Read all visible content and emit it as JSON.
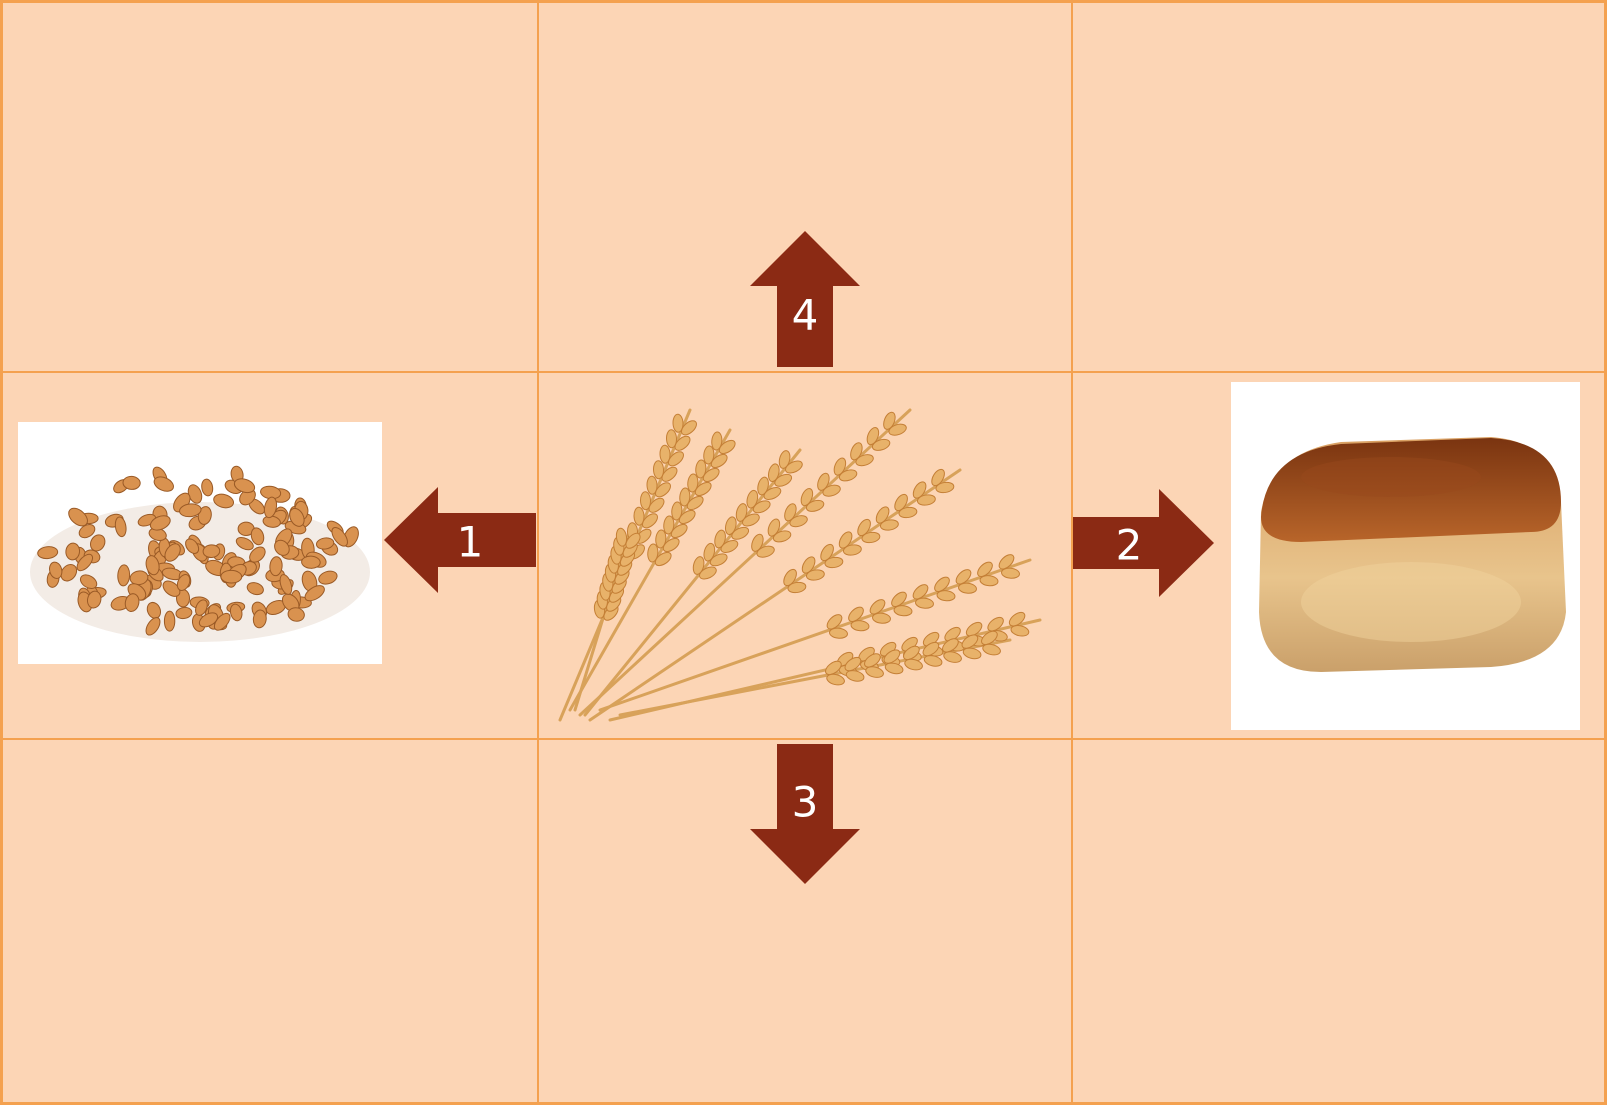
{
  "colors": {
    "background": "#fcd5b5",
    "grid_line": "#f4a14f",
    "arrow_fill": "#8b2a14",
    "arrow_text": "#ffffff"
  },
  "arrows": [
    {
      "label": "1",
      "direction": "left"
    },
    {
      "label": "2",
      "direction": "right"
    },
    {
      "label": "3",
      "direction": "down"
    },
    {
      "label": "4",
      "direction": "up"
    }
  ],
  "images": {
    "left": "wheat-grains-photo",
    "center": "wheat-ears-image",
    "right": "bread-loaf-photo"
  }
}
